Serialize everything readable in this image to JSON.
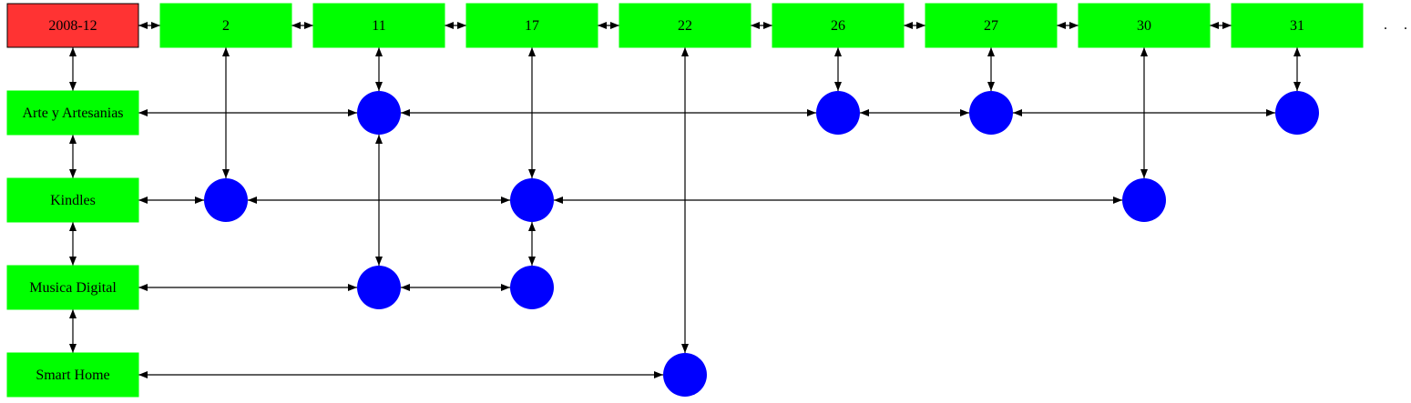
{
  "colors": {
    "month": "#ff3333",
    "box": "#00ff00",
    "dot": "#0000ff",
    "line": "#000000"
  },
  "month": "2008-12",
  "days": [
    "2",
    "11",
    "17",
    "22",
    "26",
    "27",
    "30",
    "31"
  ],
  "categories": [
    "Arte y Artesanias",
    "Kindles",
    "Musica Digital",
    "Smart Home"
  ],
  "links": [
    {
      "category": "Arte y Artesanias",
      "days": [
        "11",
        "26",
        "27",
        "31"
      ]
    },
    {
      "category": "Kindles",
      "days": [
        "2",
        "17",
        "30"
      ]
    },
    {
      "category": "Musica Digital",
      "days": [
        "11",
        "17"
      ]
    },
    {
      "category": "Smart Home",
      "days": [
        "22"
      ]
    }
  ]
}
